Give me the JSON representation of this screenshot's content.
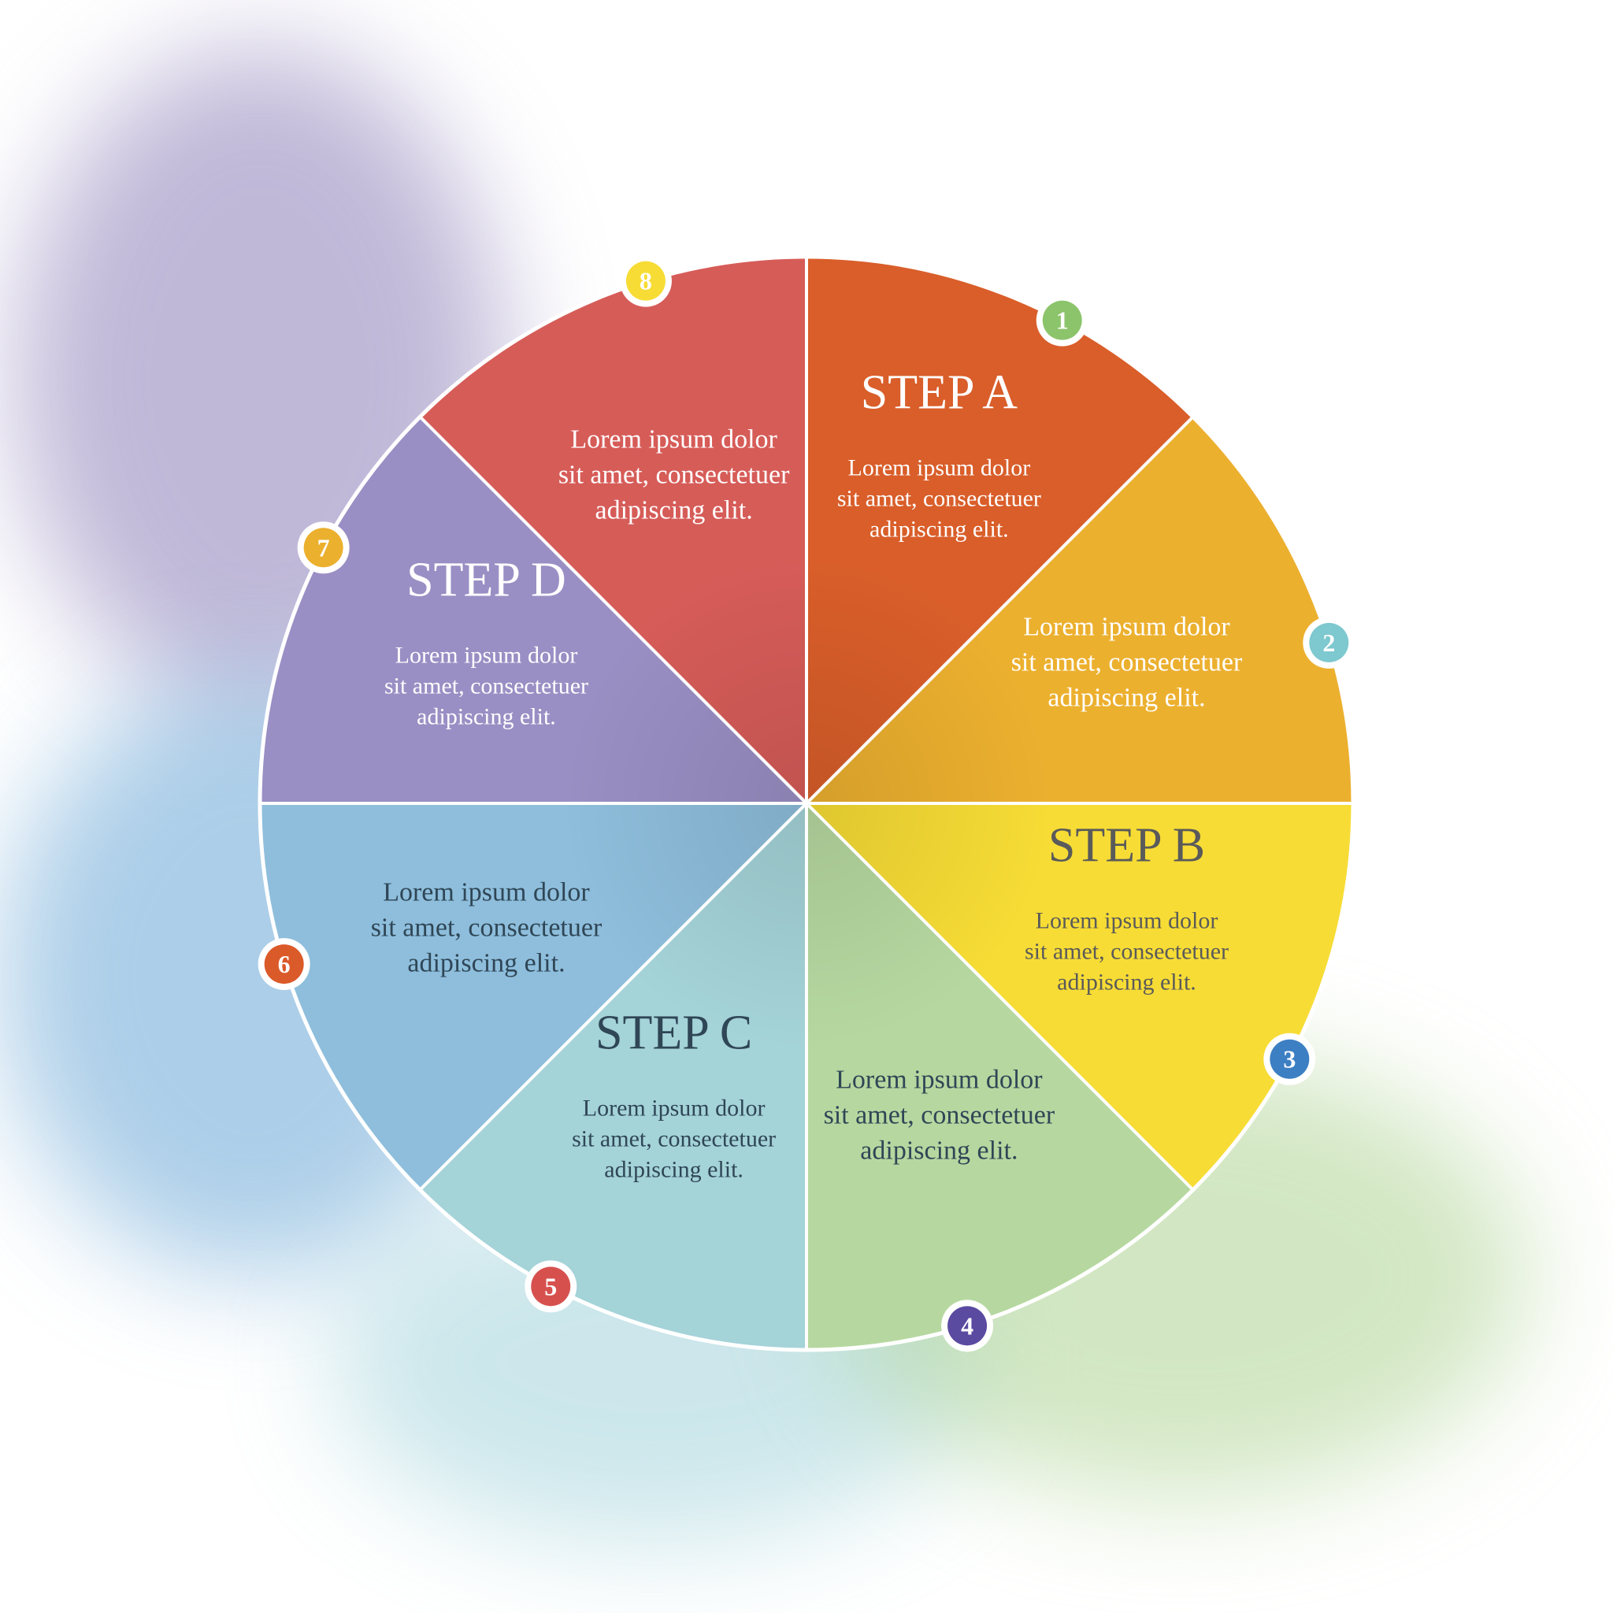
{
  "diagram": {
    "steps": [
      {
        "heading": "STEP  A",
        "heading_color": "#ffffff"
      },
      {
        "heading": "STEP  B",
        "heading_color": "#5a5a5a"
      },
      {
        "heading": "STEP  C",
        "heading_color": "#2f4656"
      },
      {
        "heading": "STEP  D",
        "heading_color": "#ffffff"
      }
    ],
    "segments": [
      {
        "number": "1",
        "color": "#d95e2a",
        "badge_color": "#8cc46c",
        "text": [
          "Lorem ipsum dolor",
          "sit amet, consectetuer",
          "adipiscing elit."
        ],
        "text_color": "#ffffff",
        "step": 0
      },
      {
        "number": "2",
        "color": "#ecb02f",
        "badge_color": "#7ec8cf",
        "text": [
          "Lorem ipsum dolor",
          "sit amet, consectetuer",
          "adipiscing elit."
        ],
        "text_color": "#ffffff",
        "step": null
      },
      {
        "number": "3",
        "color": "#f7dc35",
        "badge_color": "#3d7fc3",
        "text": [
          "Lorem ipsum dolor",
          "sit amet, consectetuer",
          "adipiscing elit."
        ],
        "text_color": "#5a5a5a",
        "step": 1
      },
      {
        "number": "4",
        "color": "#b6d8a0",
        "badge_color": "#5a4aa0",
        "text": [
          "Lorem ipsum dolor",
          "sit amet, consectetuer",
          "adipiscing elit."
        ],
        "text_color": "#2f4656",
        "step": null
      },
      {
        "number": "5",
        "color": "#a4d3d8",
        "badge_color": "#d6514e",
        "text": [
          "Lorem ipsum dolor",
          "sit amet, consectetuer",
          "adipiscing elit."
        ],
        "text_color": "#2f4656",
        "step": 2
      },
      {
        "number": "6",
        "color": "#8ebedc",
        "badge_color": "#db5a2a",
        "text": [
          "Lorem ipsum dolor",
          "sit amet, consectetuer",
          "adipiscing elit."
        ],
        "text_color": "#2f4656",
        "step": null
      },
      {
        "number": "7",
        "color": "#9a8fc4",
        "badge_color": "#ebb02e",
        "text": [
          "Lorem ipsum dolor",
          "sit amet, consectetuer",
          "adipiscing elit."
        ],
        "text_color": "#ffffff",
        "step": 3
      },
      {
        "number": "8",
        "color": "#d65c58",
        "badge_color": "#f7dc35",
        "text": [
          "Lorem ipsum dolor",
          "sit amet, consectetuer",
          "adipiscing elit."
        ],
        "text_color": "#ffffff",
        "step": null
      }
    ],
    "colors": {
      "divider": "#ffffff",
      "badge_ring": "#ffffff",
      "blob_purple": "#8c7fb8",
      "blob_blue": "#6aa7d6",
      "blob_teal": "#8fcad4",
      "blob_green": "#a6cf88"
    }
  }
}
